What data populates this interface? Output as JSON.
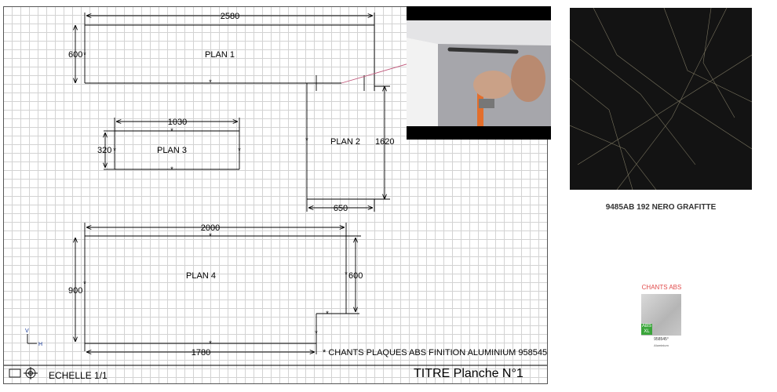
{
  "dimensions": {
    "plan1_width": "2580",
    "plan1_height": "600",
    "plan3_width": "1030",
    "plan3_height": "320",
    "plan2_height": "1620",
    "plan2_width": "650",
    "plan4_width_top": "2000",
    "plan4_height": "900",
    "plan4_notch_height": "600",
    "plan4_width_bottom": "1780"
  },
  "plans": {
    "plan1": "PLAN 1",
    "plan2": "PLAN 2",
    "plan3": "PLAN 3",
    "plan4": "PLAN 4"
  },
  "edge_mark": "*",
  "note": "* CHANTS PLAQUES ABS FINITION ALUMINIUM 958545",
  "axis": {
    "v": "V",
    "h": "H"
  },
  "title_block": {
    "scale": "ECHELLE 1/1",
    "title": "TITRE Planche N°1"
  },
  "material": {
    "name": "9485AB 192 NERO GRAFITTE",
    "swatch_color": "#131313"
  },
  "chants": {
    "title": "CHANTS ABS",
    "badge_line1": "ABS",
    "badge_line2": "XL",
    "code": "958545°",
    "finish": "Aluminium",
    "title_color": "#e14b4b"
  }
}
